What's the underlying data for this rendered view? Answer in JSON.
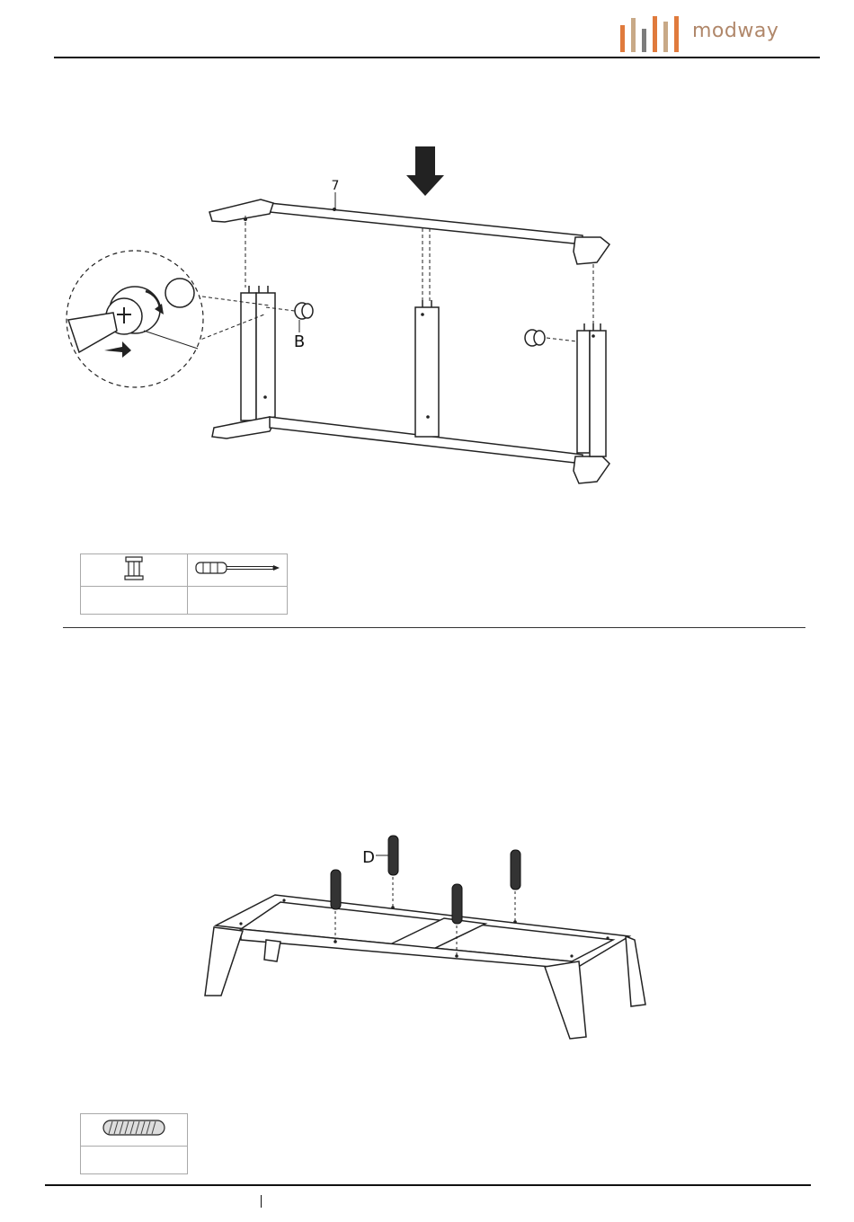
{
  "header": {
    "brand": "modway",
    "brand_colors": [
      "#e07a3c",
      "#c8a987",
      "#7d7d7d"
    ]
  },
  "step1": {
    "part_label": "7",
    "hardware_label": "B",
    "icons": [
      "cam-lock-icon",
      "screwdriver-icon"
    ]
  },
  "step2": {
    "hardware_label": "D",
    "icons": [
      "dowel-icon"
    ]
  }
}
